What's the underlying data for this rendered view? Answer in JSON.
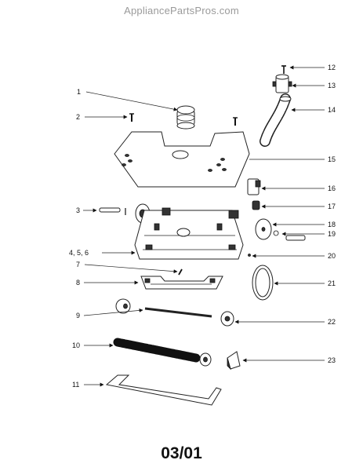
{
  "watermark": "AppliancePartsPros.com",
  "footer_code": "03/01",
  "callouts": [
    {
      "id": "c1",
      "label": "1"
    },
    {
      "id": "c2",
      "label": "2"
    },
    {
      "id": "c3",
      "label": "3"
    },
    {
      "id": "c456",
      "label": "4, 5, 6"
    },
    {
      "id": "c7",
      "label": "7"
    },
    {
      "id": "c8",
      "label": "8"
    },
    {
      "id": "c9",
      "label": "9"
    },
    {
      "id": "c10",
      "label": "10"
    },
    {
      "id": "c11",
      "label": "11"
    },
    {
      "id": "c12",
      "label": "12"
    },
    {
      "id": "c13",
      "label": "13"
    },
    {
      "id": "c14",
      "label": "14"
    },
    {
      "id": "c15",
      "label": "15"
    },
    {
      "id": "c16",
      "label": "16"
    },
    {
      "id": "c17",
      "label": "17"
    },
    {
      "id": "c18",
      "label": "18"
    },
    {
      "id": "c19",
      "label": "19"
    },
    {
      "id": "c20",
      "label": "20"
    },
    {
      "id": "c21",
      "label": "21"
    },
    {
      "id": "c22",
      "label": "22"
    },
    {
      "id": "c23",
      "label": "23"
    }
  ]
}
